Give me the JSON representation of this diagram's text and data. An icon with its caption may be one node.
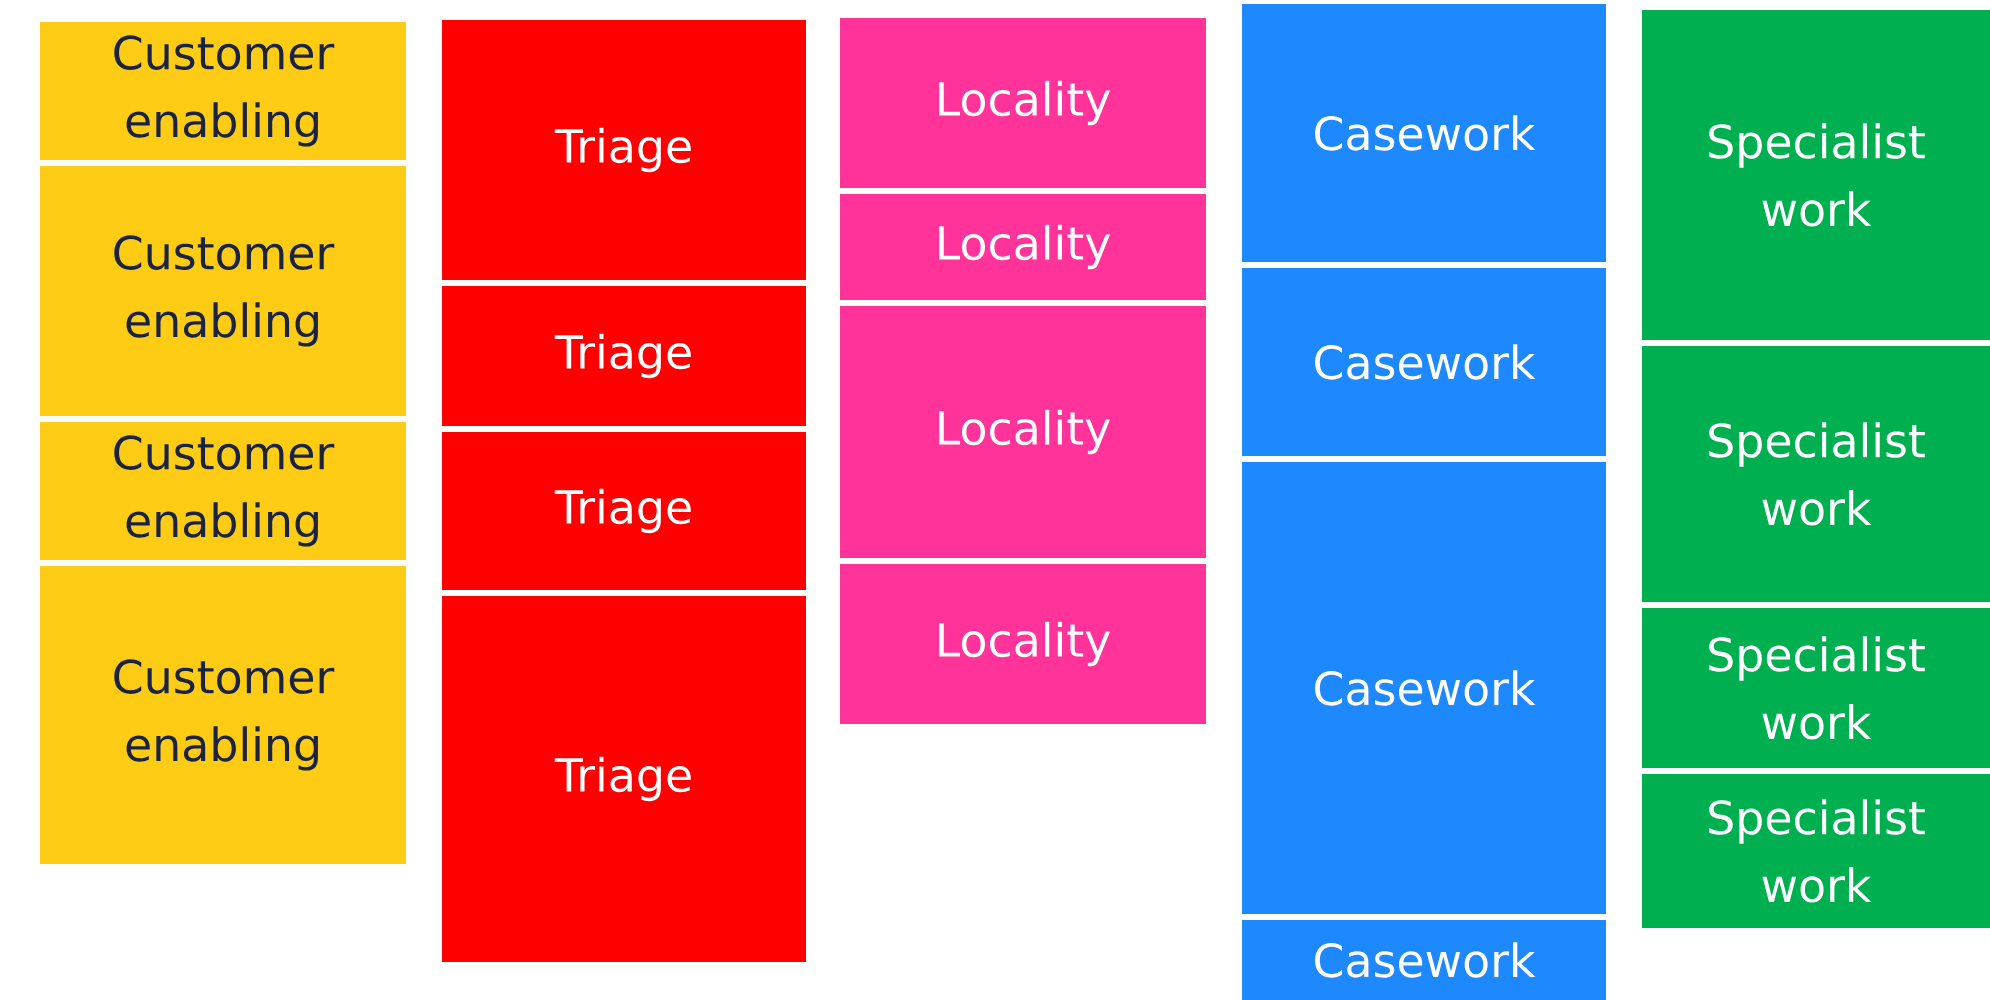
{
  "diagram": {
    "nodes": [
      {
        "text": [
          "Customer enabling"
        ]
      },
      {
        "text": [
          "Customer enabling"
        ]
      },
      {
        "text": [
          "Customer enabling"
        ]
      },
      {
        "text": [
          "Customer enabling"
        ]
      },
      {
        "text": [
          "Triage"
        ]
      },
      {
        "text": [
          "Triage"
        ]
      },
      {
        "text": [
          "Triage"
        ]
      },
      {
        "text": [
          "Triage"
        ]
      },
      {
        "text": [
          "Locality"
        ]
      },
      {
        "text": [
          "Locality"
        ]
      },
      {
        "text": [
          "Locality"
        ]
      },
      {
        "text": [
          "Locality"
        ]
      },
      {
        "text": [
          "Casework"
        ]
      },
      {
        "text": [
          "Casework"
        ]
      },
      {
        "text": [
          "Casework"
        ]
      },
      {
        "text": [
          "Casework"
        ]
      },
      {
        "text": [
          "Specialist work"
        ]
      },
      {
        "text": [
          "Specialist work"
        ]
      },
      {
        "text": [
          "Specialist work"
        ]
      },
      {
        "text": [
          "Specialist work"
        ]
      }
    ]
  }
}
